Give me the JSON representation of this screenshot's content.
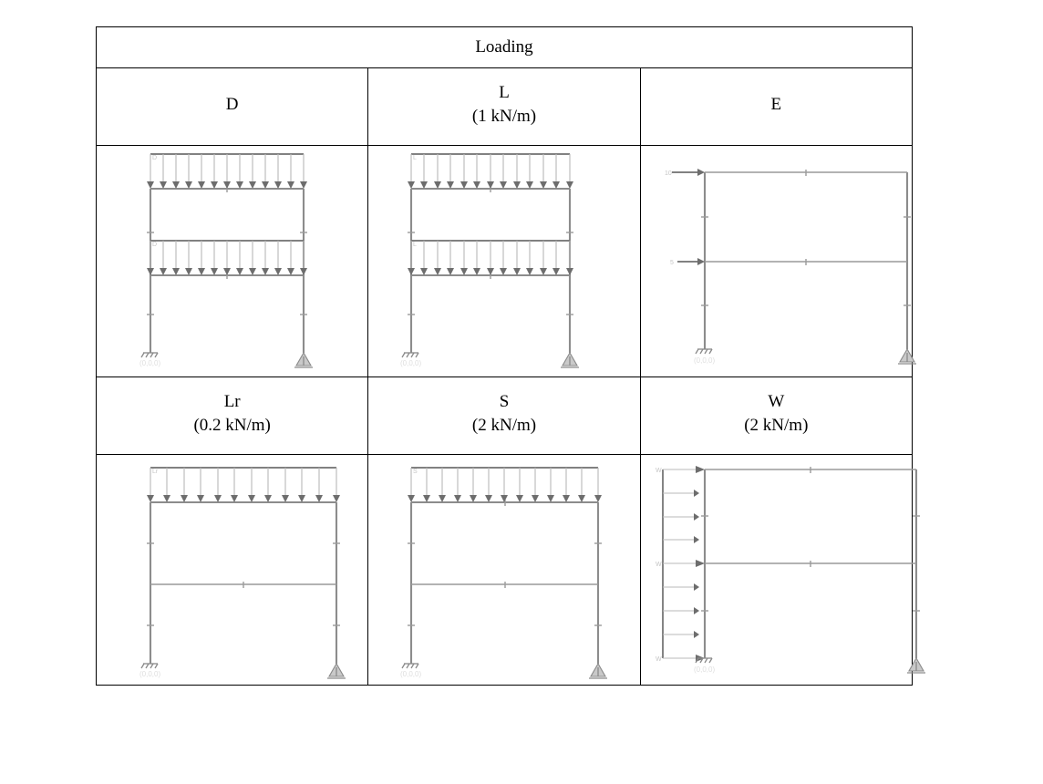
{
  "figure": {
    "type": "load-case-table",
    "header": "Loading",
    "origin_label": "(0,0,0)",
    "rows": [
      {
        "cases": [
          {
            "name": "D",
            "magnitude": "",
            "load_type": "uniform-distributed-vertical",
            "applied_to": [
              "roof-beam",
              "floor-beam"
            ],
            "direction": "down",
            "arrow_count": 13
          },
          {
            "name": "L",
            "magnitude": "(1 kN/m)",
            "load_type": "uniform-distributed-vertical",
            "applied_to": [
              "roof-beam",
              "floor-beam"
            ],
            "direction": "down",
            "arrow_count": 13
          },
          {
            "name": "E",
            "magnitude": "",
            "load_type": "lateral-point-loads",
            "applied_to": [
              "roof-level-node",
              "floor-level-node"
            ],
            "direction": "right",
            "arrow_count": 2,
            "point_labels": [
              "10",
              "5"
            ]
          }
        ]
      },
      {
        "cases": [
          {
            "name": "Lr",
            "magnitude": "(0.2 kN/m)",
            "load_type": "uniform-distributed-vertical",
            "applied_to": [
              "roof-beam"
            ],
            "direction": "down",
            "arrow_count": 12
          },
          {
            "name": "S",
            "magnitude": "(2 kN/m)",
            "load_type": "uniform-distributed-vertical",
            "applied_to": [
              "roof-beam"
            ],
            "direction": "down",
            "arrow_count": 13
          },
          {
            "name": "W",
            "magnitude": "(2 kN/m)",
            "load_type": "uniform-distributed-horizontal",
            "applied_to": [
              "left-column"
            ],
            "direction": "right",
            "arrow_count": 9
          }
        ]
      }
    ],
    "frame": {
      "description": "two-story single-bay plane frame",
      "stories": 2,
      "bays": 1,
      "left_support": "pinned",
      "right_support": "roller"
    },
    "colors": {
      "member": "#8c8c8c",
      "load_arrow": "#6d6d6d",
      "load_stem": "#b9b9b9",
      "border": "#000000",
      "background": "#ffffff"
    }
  }
}
